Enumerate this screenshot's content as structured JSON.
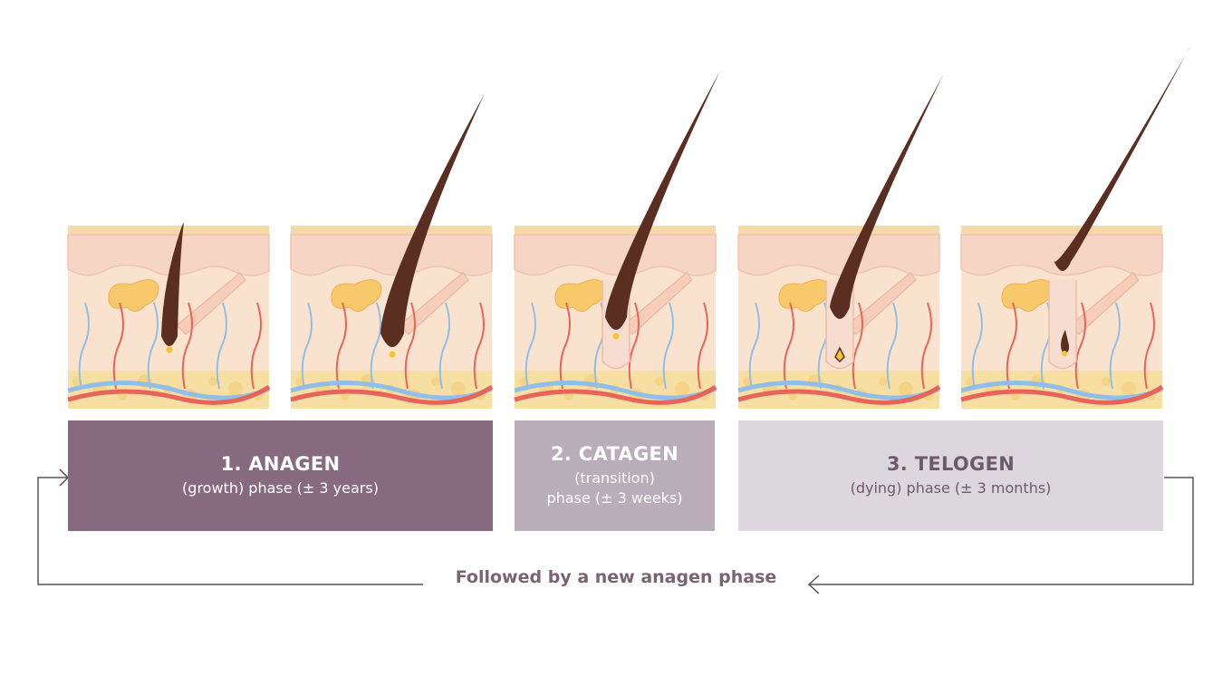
{
  "phases": [
    {
      "title": "1. ANAGEN",
      "subtitle": "(growth) phase (± 3 years)"
    },
    {
      "title": "2. CATAGEN",
      "subtitle_line1": "(transition)",
      "subtitle_line2": "phase (± 3 weeks)"
    },
    {
      "title": "3. TELOGEN",
      "subtitle": "(dying) phase (± 3 months)"
    }
  ],
  "footer": "Followed by a new anagen phase",
  "colors": {
    "anagen": "#876a80",
    "catagen": "#b9adb9",
    "telogen": "#dcd7dd",
    "hair": "#5a2f22",
    "skin": "#f9e3cf",
    "artery": "#e8635a",
    "vein": "#8fbfe8",
    "cycle_line": "#555555"
  }
}
